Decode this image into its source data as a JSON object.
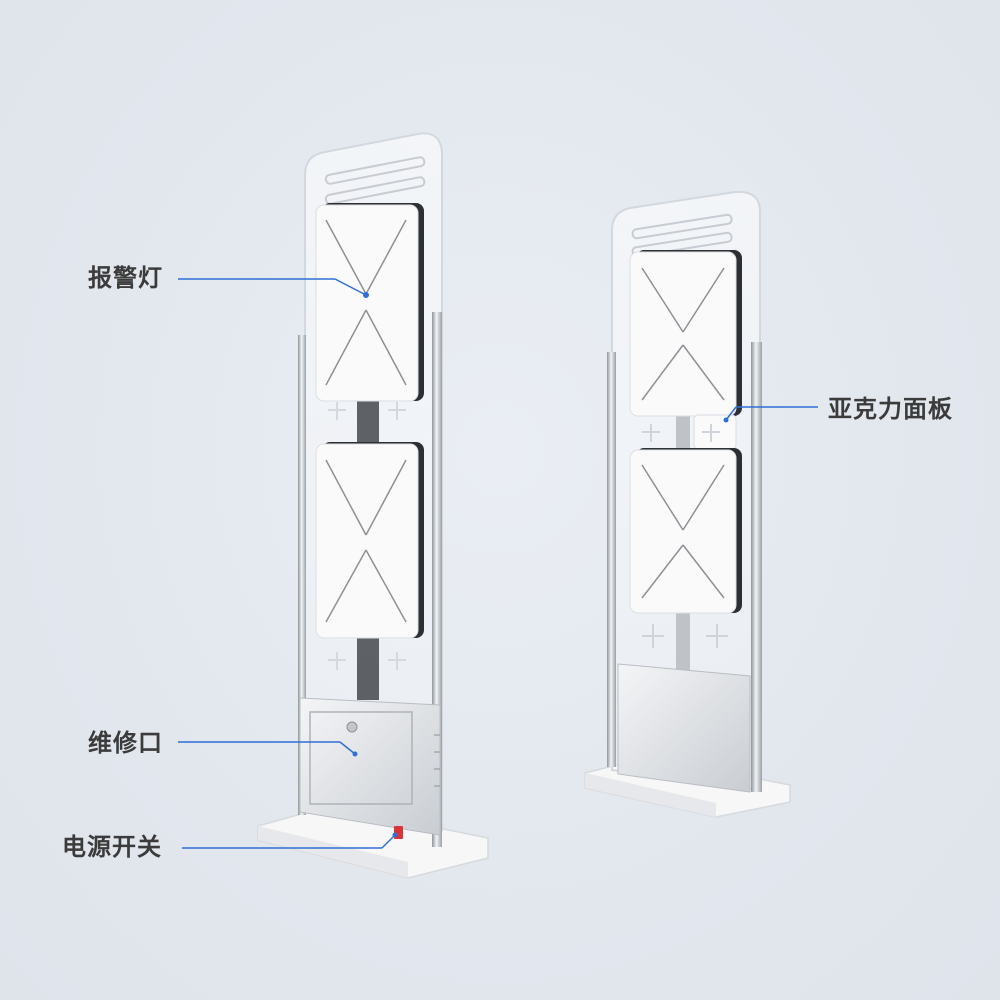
{
  "callouts": {
    "alarm_light": "报警灯",
    "repair_port": "维修口",
    "power_switch": "电源开关",
    "acrylic_panel": "亚克力面板"
  },
  "colors": {
    "background": "#e3e8ef",
    "callout_line": "#2f6fd6",
    "callout_text": "#3b3b3b",
    "power_switch": "#d8343a"
  }
}
